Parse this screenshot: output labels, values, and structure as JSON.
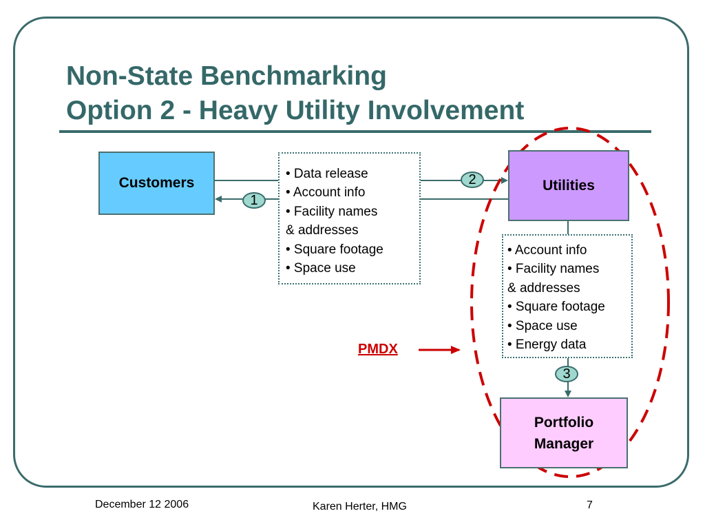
{
  "title": {
    "line1": "Non-State Benchmarking",
    "line2": "Option 2 - Heavy Utility Involvement"
  },
  "nodes": {
    "customers": "Customers",
    "utilities": "Utilities",
    "portfolio_line1": "Portfolio",
    "portfolio_line2": "Manager"
  },
  "note1": {
    "items": [
      "• Data release",
      "• Account info",
      "• Facility names",
      "& addresses",
      "• Square footage",
      "• Space use"
    ]
  },
  "note2": {
    "items": [
      "• Account info",
      "• Facility names",
      "& addresses",
      "• Square footage",
      "• Space use",
      "• Energy data"
    ]
  },
  "steps": {
    "one": "1",
    "two": "2",
    "three": "3"
  },
  "pmdx_label": "PMDX",
  "footer": {
    "date": "December 12 2006",
    "author": "Karen Herter, HMG",
    "page": "7"
  },
  "colors": {
    "frame": "#3a6b6b",
    "title": "#356868",
    "customers_fill": "#66ccff",
    "utilities_fill": "#cc99ff",
    "portfolio_fill": "#ffccff",
    "highlight": "#cc0000"
  }
}
